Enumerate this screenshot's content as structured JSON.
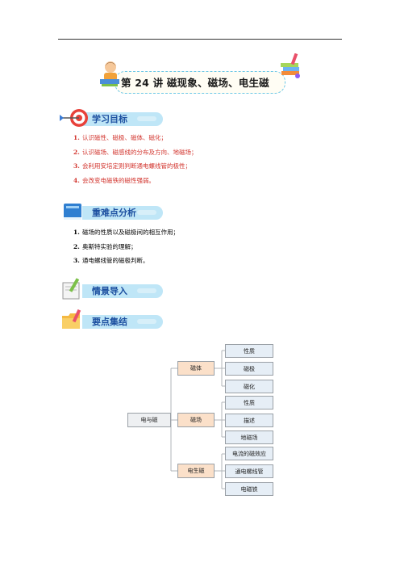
{
  "title": "第 24 讲  磁现象、磁场、电生磁",
  "sections": {
    "goals": {
      "label": "学习目标",
      "items": [
        {
          "num": "1.",
          "text": "认识磁性、磁极、磁体、磁化；"
        },
        {
          "num": "2.",
          "text": "认识磁场、磁感线的分布及方向、地磁场；"
        },
        {
          "num": "3.",
          "text": "会利用安培定则判断通电螺线管的极性；"
        },
        {
          "num": "4.",
          "text": "会改变电磁铁的磁性强弱。"
        }
      ]
    },
    "key_points": {
      "label": "重难点分析",
      "items": [
        {
          "num": "1.",
          "text": "磁场的性质以及磁极间的相互作用；"
        },
        {
          "num": "2.",
          "text": "奥斯特实验的理解；"
        },
        {
          "num": "3.",
          "text": "通电螺线管的磁极判断。"
        }
      ]
    },
    "intro": {
      "label": "情景导入"
    },
    "summary": {
      "label": "要点集结"
    }
  },
  "mindmap": {
    "root": "电与磁",
    "branches": [
      {
        "label": "磁体",
        "children": [
          "性质",
          "磁极",
          "磁化"
        ]
      },
      {
        "label": "磁场",
        "children": [
          "性质",
          "描述",
          "地磁场"
        ]
      },
      {
        "label": "电生磁",
        "children": [
          "电流的磁效应",
          "通电螺线管",
          "电磁铁"
        ]
      }
    ]
  },
  "colors": {
    "title_border": "#6cc7e6",
    "section_bar": "#bfe6f7",
    "section_text": "#1c4fa0",
    "goal_text": "#d2332c",
    "branch_fill": "#fbe0c9",
    "leaf_fill": "#e6eef6"
  },
  "icons": {
    "title_left": "child-reading-icon",
    "title_right": "books-pencil-icon",
    "goals": "target-dart-icon",
    "key_points": "book-icon",
    "intro": "notebook-pen-icon",
    "summary": "folder-pencil-icon"
  }
}
